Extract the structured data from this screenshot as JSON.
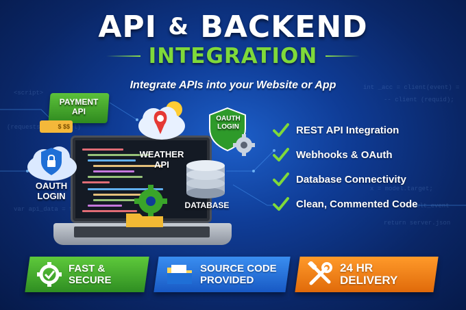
{
  "header": {
    "title_part1": "API",
    "title_amp": "&",
    "title_part2": "BACKEND",
    "subtitle": "INTEGRATION",
    "tagline": "Integrate APIs into your Website or App"
  },
  "illustration": {
    "payment_label_line1": "PAYMENT",
    "payment_label_line2": "API",
    "payment_amount": "$ $$",
    "weather_label_line1": "WEATHER",
    "weather_label_line2": "API",
    "oauth_left_line1": "OAUTH",
    "oauth_left_line2": "LOGIN",
    "oauth_right_line1": "OAUTH",
    "oauth_right_line2": "LOGIN",
    "database_label": "DATABASE"
  },
  "features": [
    {
      "label": "REST API Integration",
      "icon": "check-icon"
    },
    {
      "label": "Webhooks & OAuth",
      "icon": "check-icon"
    },
    {
      "label": "Database Connectivity",
      "icon": "check-icon"
    },
    {
      "label": "Clean, Commented Code",
      "icon": "check-icon"
    }
  ],
  "banners": [
    {
      "line1": "FAST &",
      "line2": "SECURE",
      "icon": "gear-shield-icon",
      "color": "#3aa52a"
    },
    {
      "line1": "SOURCE CODE",
      "line2": "PROVIDED",
      "icon": "folder-icon",
      "color": "#2570d8"
    },
    {
      "line1": "24 HR",
      "line2": "DELIVERY",
      "icon": "wrench-hammer-icon",
      "color": "#f07f16"
    }
  ],
  "colors": {
    "accent_green": "#7fd93a",
    "background_blue": "#0f3c96"
  }
}
